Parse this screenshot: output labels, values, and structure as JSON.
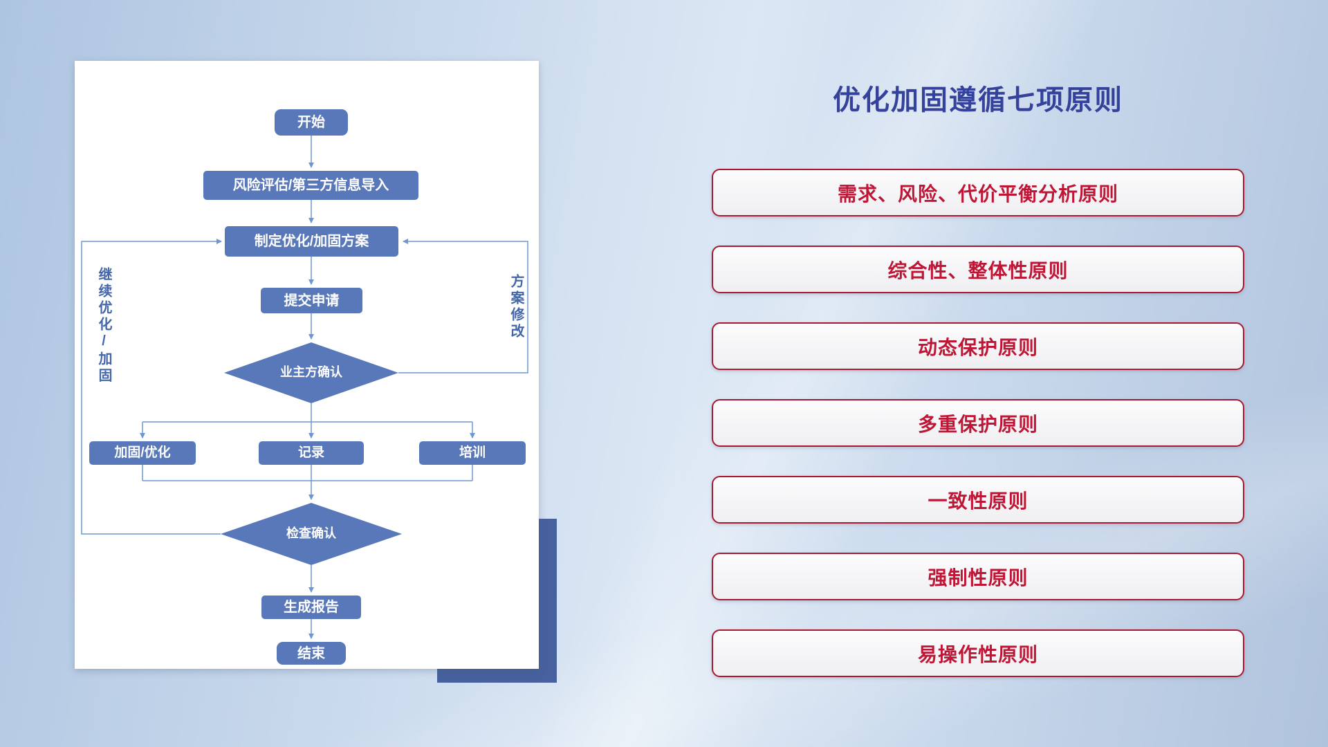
{
  "flowchart": {
    "nodes": {
      "start": "开始",
      "risk_assessment": "风险评估/第三方信息导入",
      "make_plan": "制定优化/加固方案",
      "submit_request": "提交申请",
      "owner_confirm": "业主方确认",
      "harden_optimize": "加固/优化",
      "record": "记录",
      "training": "培训",
      "check_confirm": "检查确认",
      "generate_report": "生成报告",
      "end": "结束"
    },
    "edge_labels": {
      "continue_optimize": "继续优化/加固",
      "plan_modify": "方案修改"
    }
  },
  "principles": {
    "title": "优化加固遵循七项原则",
    "items": [
      {
        "label": "需求、风险、代价平衡分析原则"
      },
      {
        "label": "综合性、整体性原则"
      },
      {
        "label": "动态保护原则"
      },
      {
        "label": "多重保护原则"
      },
      {
        "label": "一致性原则"
      },
      {
        "label": "强制性原则"
      },
      {
        "label": "易操作性原则"
      }
    ]
  },
  "colors": {
    "node_fill": "#5878ba",
    "connector": "#6d97d1",
    "title": "#35429b",
    "principle_text": "#bf1636",
    "principle_border": "#a81830",
    "shadow_block": "#47619e",
    "card_background": "#ffffff"
  }
}
